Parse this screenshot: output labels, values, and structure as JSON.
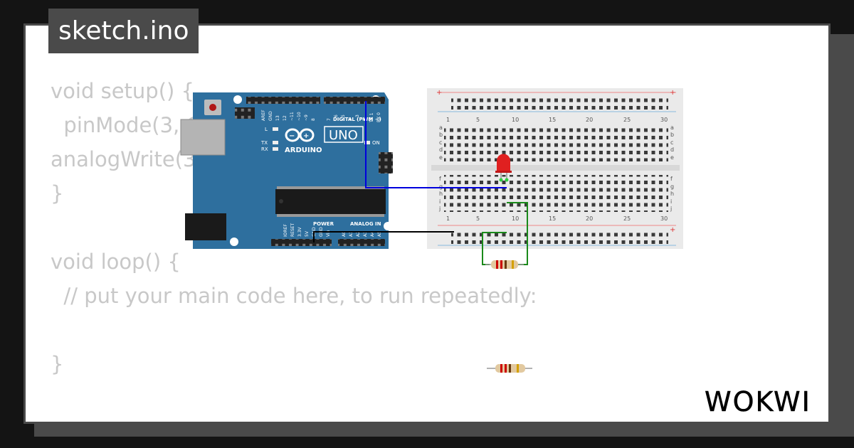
{
  "title": "sketch.ino",
  "code_lines": [
    "void setup() {",
    "  pinMode(3, OUTPUT);",
    "analogWrite(3, 128);",
    "}",
    "",
    "void loop() {",
    "  // put your main code here, to run repeatedly:",
    "",
    "}"
  ],
  "arduino": {
    "board_name": "UNO",
    "brand": "ARDUINO",
    "digital_header": "DIGITAL (PWM ~)",
    "power_header": "POWER",
    "analog_header": "ANALOG IN",
    "top_pins": [
      "AREF",
      "GND",
      "13",
      "12",
      "~11",
      "~10",
      "~9",
      "8",
      "7",
      "~6",
      "~5",
      "4",
      "~3",
      "2",
      "TX 1",
      "RX 0"
    ],
    "bottom_pins": [
      "IOREF",
      "RESET",
      "3.3V",
      "5V",
      "GND",
      "GND",
      "Vin",
      "A0",
      "A1",
      "A2",
      "A3",
      "A4",
      "A5"
    ],
    "led_labels": [
      "L",
      "TX",
      "RX"
    ],
    "on_label": "ON"
  },
  "breadboard": {
    "columns": [
      "1",
      "5",
      "10",
      "15",
      "20",
      "25",
      "30"
    ],
    "rows_top": [
      "a",
      "b",
      "c",
      "d",
      "e"
    ],
    "rows_bottom": [
      "f",
      "g",
      "h",
      "i",
      "j"
    ]
  },
  "colors": {
    "board": "#2e6f9e",
    "wire_blue": "#0000dd",
    "wire_black": "#000000",
    "wire_green": "#1a8a1a",
    "led": "#e02020"
  },
  "brand": "WOKWI"
}
